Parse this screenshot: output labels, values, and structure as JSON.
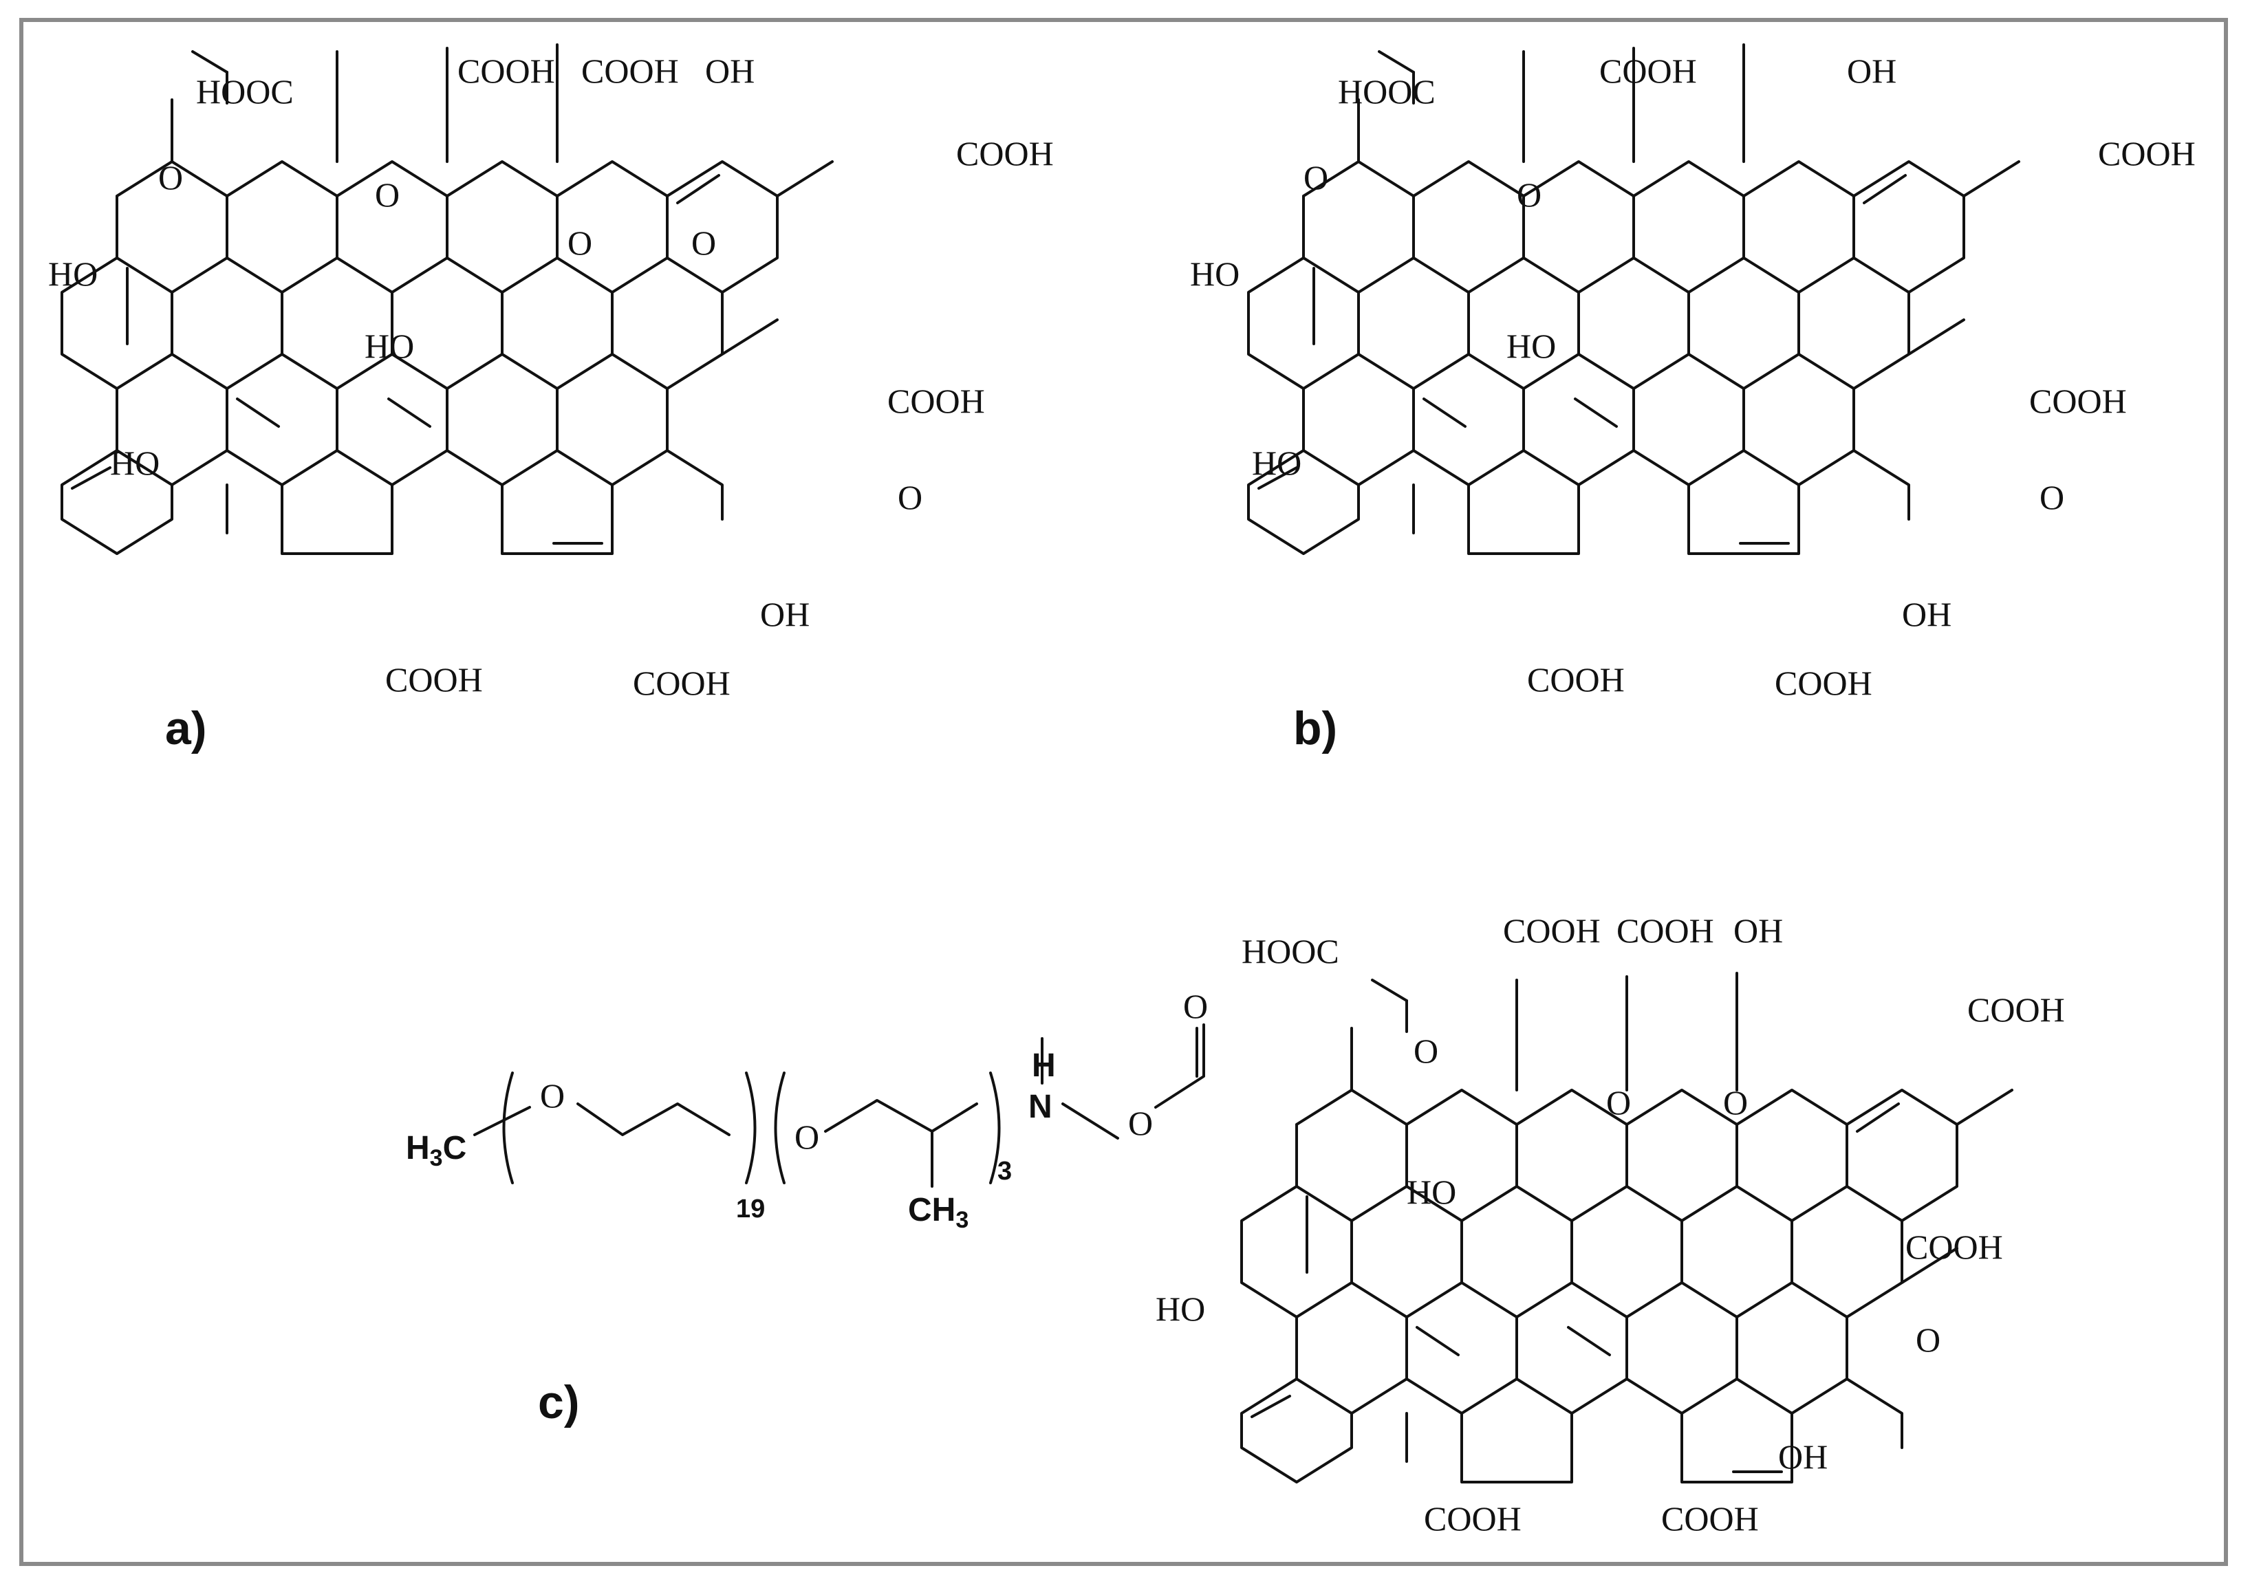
{
  "panels": {
    "a": {
      "label": "a)"
    },
    "b": {
      "label": "b)"
    },
    "c": {
      "label": "c)"
    }
  },
  "groups": {
    "cooh": "COOH",
    "hooc": "HOOC",
    "oh": "OH",
    "ho": "HO",
    "o": "O",
    "n": "N",
    "h": "H",
    "h3c": "H",
    "ch3": "CH",
    "sub3": "3",
    "n19": "19",
    "n3": "3"
  },
  "colors": {
    "line": "#111111",
    "border": "#8a8a8a",
    "background": "#ffffff"
  }
}
